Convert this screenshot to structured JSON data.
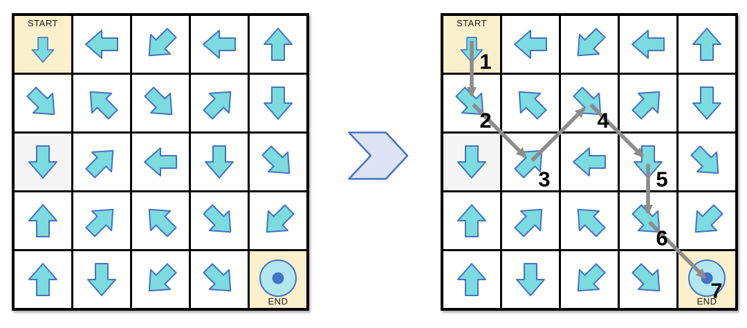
{
  "figure": {
    "description": "arrow-maze path transformation",
    "grid": {
      "rows": 5,
      "cols": 5,
      "start_label": "START",
      "end_label": "END",
      "cells": [
        [
          "down",
          "left",
          "down-left",
          "left",
          "up"
        ],
        [
          "down-right",
          "up-left",
          "down-right",
          "up-right",
          "down"
        ],
        [
          "down",
          "up-right",
          "left",
          "down",
          "down-right"
        ],
        [
          "up",
          "up-right",
          "up-left",
          "down-right",
          "down-left"
        ],
        [
          "up",
          "down",
          "down-left",
          "down-right",
          "end"
        ]
      ],
      "start_cell": [
        0,
        0
      ],
      "end_cell": [
        4,
        4
      ],
      "faded_cell": [
        2,
        0
      ]
    },
    "solution_path": {
      "visited_cells": [
        [
          0,
          0
        ],
        [
          1,
          0
        ],
        [
          2,
          1
        ],
        [
          1,
          2
        ],
        [
          2,
          3
        ],
        [
          3,
          3
        ],
        [
          4,
          4
        ]
      ],
      "step_labels": [
        "1",
        "2",
        "3",
        "4",
        "5",
        "6",
        "7"
      ]
    },
    "colors": {
      "arrow_fill": "#7CDBDE",
      "arrow_stroke": "#4472C4",
      "grid_line": "#000000",
      "cell_bg": "#FFFFFF",
      "start_end_bg": "#FBF0CC",
      "faded_cell_bg": "#F5F5F5",
      "end_marker_fill": "#B3E7EF",
      "end_marker_dot": "#4472C4",
      "path_color": "#8C8C8C",
      "step_label_color": "#000000",
      "chevron_fill": "#DEE4F6",
      "chevron_stroke": "#4472C4"
    }
  }
}
